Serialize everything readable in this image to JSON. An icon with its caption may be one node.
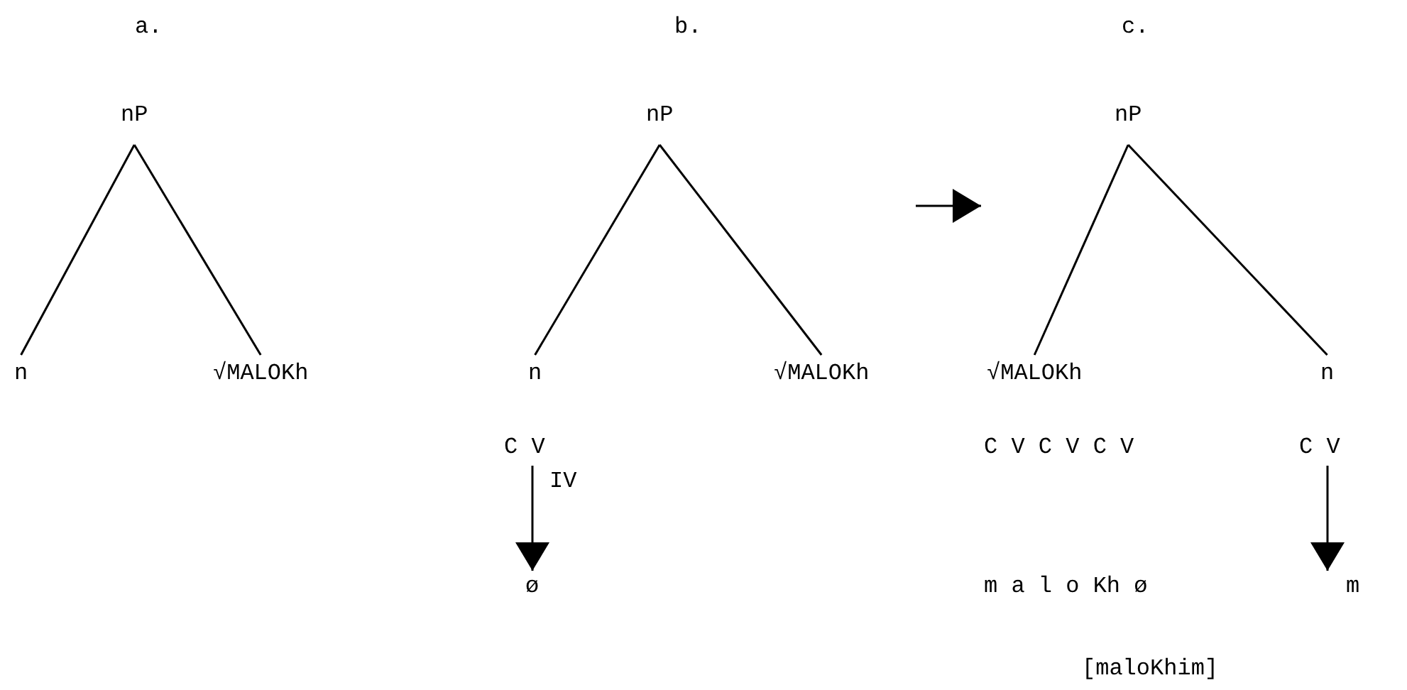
{
  "diagram": {
    "nodes": [
      {
        "text": [
          "nP"
        ]
      },
      {
        "text": [
          "n"
        ]
      },
      {
        "text": [
          "√MALOKh"
        ]
      },
      {
        "text": [
          "nP"
        ]
      },
      {
        "text": [
          "n"
        ]
      },
      {
        "text": [
          "√MALOKh"
        ]
      },
      {
        "text": [
          "C V"
        ]
      },
      {
        "text": [
          "ø"
        ]
      },
      {
        "text": [
          "nP"
        ]
      },
      {
        "text": [
          "√MALOKh"
        ]
      },
      {
        "text": [
          "n"
        ]
      },
      {
        "text": [
          "C V"
        ]
      },
      {
        "text": [
          "m"
        ]
      }
    ],
    "edges": [
      {
        "from": 0,
        "to": 1,
        "arrow": "none"
      },
      {
        "from": 0,
        "to": 2,
        "arrow": "none"
      },
      {
        "from": 3,
        "to": 4,
        "arrow": "none"
      },
      {
        "from": 3,
        "to": 5,
        "arrow": "none"
      },
      {
        "from": 6,
        "to": 7,
        "label": "IV",
        "arrow": "to"
      },
      {
        "from": 8,
        "to": 9,
        "arrow": "none"
      },
      {
        "from": 8,
        "to": 10,
        "arrow": "none"
      },
      {
        "from": 11,
        "to": 12,
        "arrow": "to"
      }
    ],
    "labels": [
      "a.",
      "b.",
      "c.",
      "C V C V C V",
      "m a l o Kh ø",
      "[maloKhim]"
    ]
  }
}
